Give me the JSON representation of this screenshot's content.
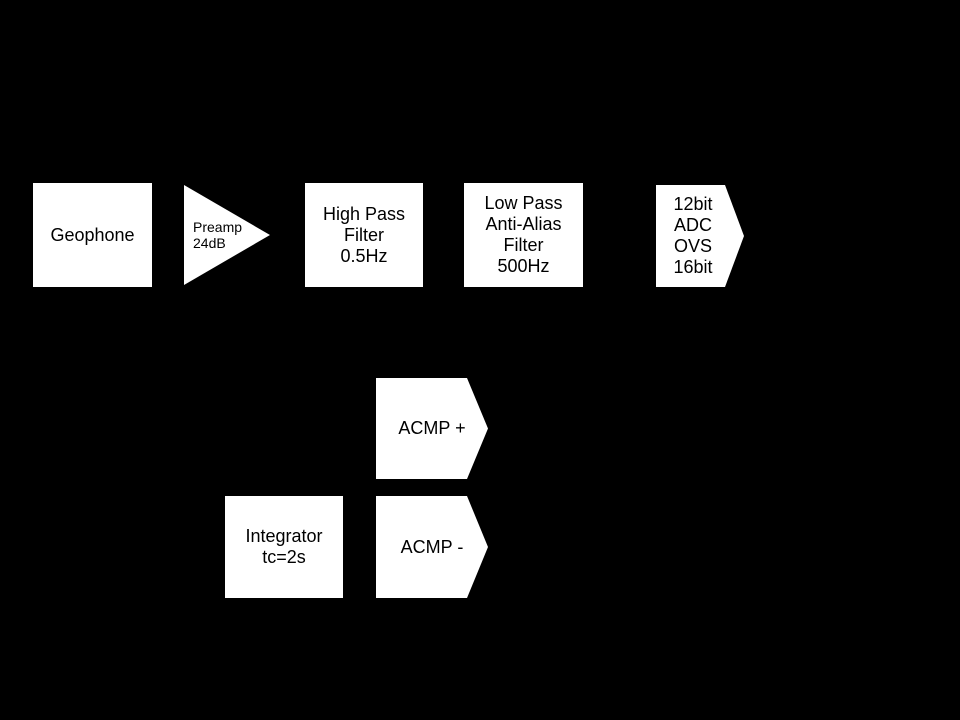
{
  "colors": {
    "background": "#000000",
    "node_fill": "#ffffff",
    "node_text": "#000000"
  },
  "nodes": {
    "geophone": {
      "shape": "rectangle",
      "lines": [
        "Geophone"
      ]
    },
    "preamp": {
      "shape": "triangle-right",
      "lines": [
        "Preamp",
        "24dB"
      ]
    },
    "high_pass": {
      "shape": "rectangle",
      "lines": [
        "High Pass",
        "Filter",
        "0.5Hz"
      ]
    },
    "low_pass": {
      "shape": "rectangle",
      "lines": [
        "Low Pass",
        "Anti-Alias",
        "Filter",
        "500Hz"
      ]
    },
    "adc": {
      "shape": "pentagon-arrow-right",
      "lines": [
        "12bit",
        "ADC",
        "OVS",
        "16bit"
      ]
    },
    "acmp_plus": {
      "shape": "pentagon-arrow-right",
      "lines": [
        "ACMP +"
      ]
    },
    "integrator": {
      "shape": "rectangle",
      "lines": [
        "Integrator",
        "tc=2s"
      ]
    },
    "acmp_minus": {
      "shape": "pentagon-arrow-right",
      "lines": [
        "ACMP -"
      ]
    }
  }
}
